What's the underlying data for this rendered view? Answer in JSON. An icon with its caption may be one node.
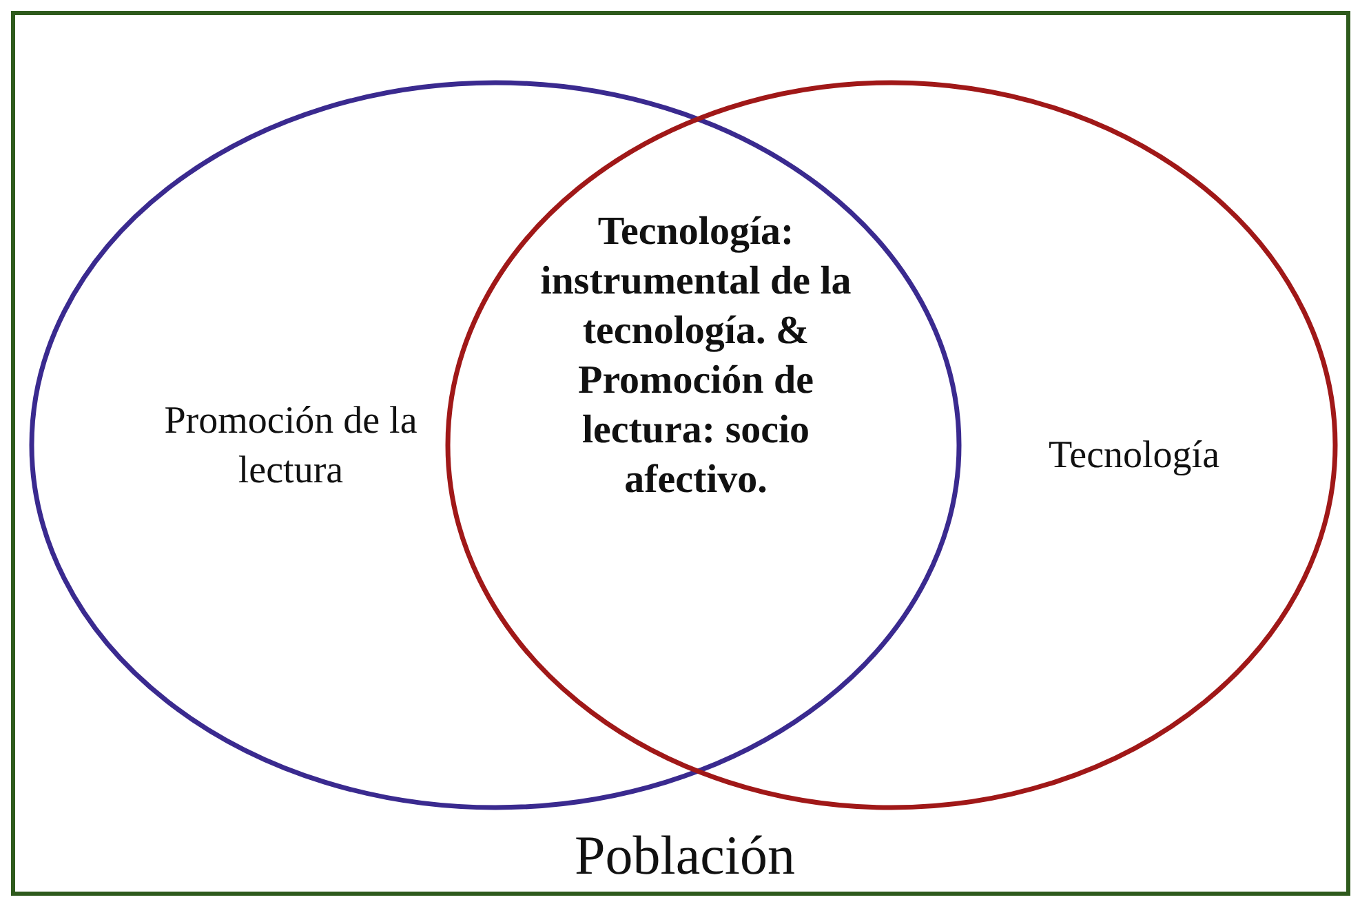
{
  "diagram": {
    "nodes": [
      {
        "text": [
          "Población"
        ]
      },
      {
        "text": [
          "Promoción de la lectura"
        ],
        "in": 0
      },
      {
        "text": [
          "Tecnología"
        ],
        "in": 0
      }
    ],
    "labels": [
      "Tecnología: instrumental de la tecnología. & Promoción de lectura: socio afectivo."
    ]
  }
}
